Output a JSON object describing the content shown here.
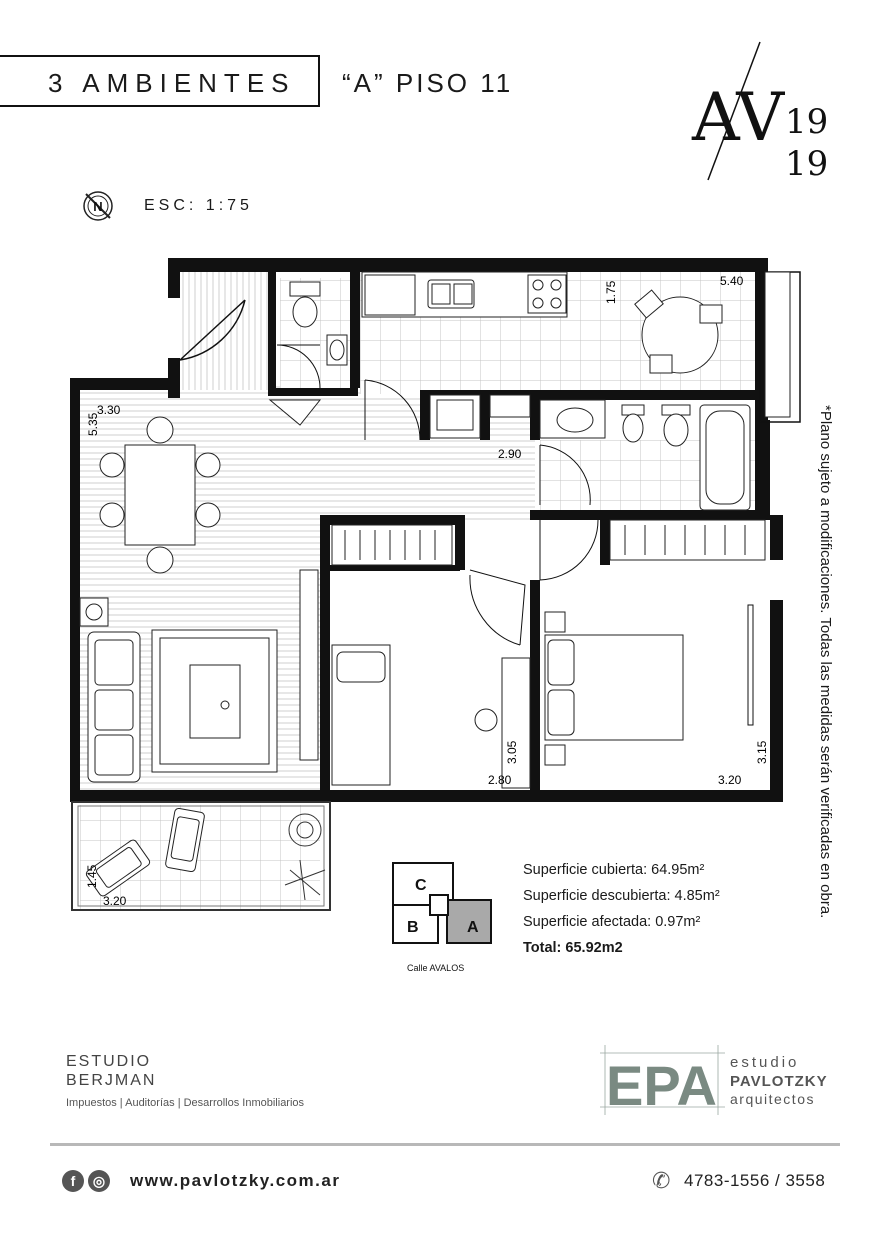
{
  "header": {
    "title": "3 AMBIENTES",
    "subtitle": "“A” PISO 11"
  },
  "logo": {
    "letters": "AV",
    "number_top": "19",
    "number_bottom": "19"
  },
  "scale": {
    "label": "ESC: 1:75",
    "compass_letter": "N"
  },
  "disclaimer": "*Plano sujeto a modificaciones. Todas las medidas serán verificadas en obra.",
  "dimensions": {
    "kitchen_height": "1.75",
    "kitchen_width": "5.40",
    "living_width": "3.30",
    "living_height": "5.35",
    "hall_width": "2.90",
    "bedroom2_height": "3.05",
    "bedroom2_width": "2.80",
    "bedroom1_width": "3.20",
    "bedroom1_height": "3.15",
    "balcony_height": "1.45",
    "balcony_width": "3.20"
  },
  "key_plan": {
    "c": "C",
    "b": "B",
    "a": "A",
    "street": "Calle AVALOS"
  },
  "areas": {
    "covered": "Superficie cubierta: 64.95m²",
    "uncovered": "Superficie descubierta: 4.85m²",
    "affected": "Superficie afectada: 0.97m²",
    "total": "Total: 65.92m2"
  },
  "footer": {
    "estudio_line1": "ESTUDIO",
    "estudio_line2": "BERJMAN",
    "estudio_services": "Impuestos  |  Auditorías  |  Desarrollos Inmobiliarios",
    "epa_letters": "EPA",
    "epa_line1": "estudio",
    "epa_line2": "PAVLOTZKY",
    "epa_line3": "arquitectos",
    "website": "www.pavlotzky.com.ar",
    "phone": "4783-1556 / 3558",
    "social_f": "f",
    "social_ig": "◎",
    "phone_icon": "✆"
  },
  "colors": {
    "wall": "#111111",
    "tile": "#bfbfbf",
    "accent_gray": "#888888",
    "epa_gray": "#7a8a82",
    "key_highlight": "#a9a9a9"
  }
}
